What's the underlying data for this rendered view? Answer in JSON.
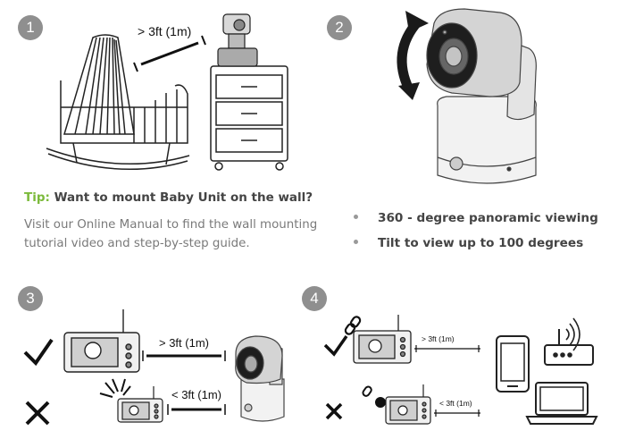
{
  "steps": {
    "s1": "1",
    "s2": "2",
    "s3": "3",
    "s4": "4"
  },
  "step1": {
    "distance_label": "> 3ft (1m)"
  },
  "tip": {
    "prefix": "Tip:",
    "heading": "Want to mount Baby Unit on the wall?",
    "body": "Visit our Online Manual to find the wall mounting tutorial video and step-by-step guide."
  },
  "features": [
    "360 - degree panoramic viewing",
    "Tilt to view up to 100 degrees"
  ],
  "step3": {
    "good_distance": "> 3ft (1m)",
    "bad_distance": "< 3ft (1m)"
  },
  "step4": {
    "good_distance": "> 3ft (1m)",
    "bad_distance": "< 3ft (1m)"
  },
  "colors": {
    "tip_green": "#7cba3b",
    "step_badge": "#8f8f8f"
  }
}
